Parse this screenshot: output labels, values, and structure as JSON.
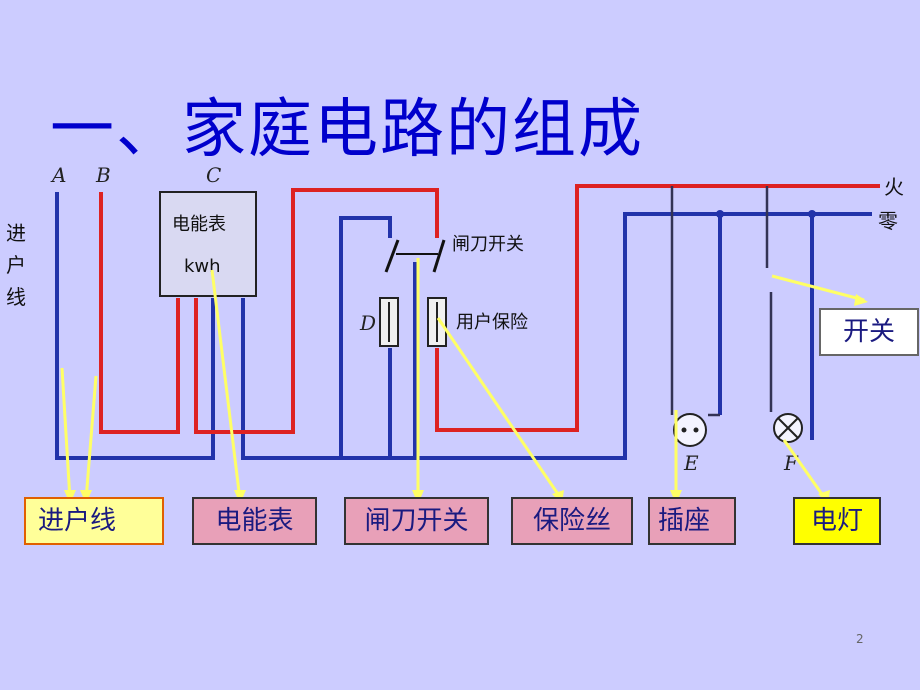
{
  "title": "一、家庭电路的组成",
  "diagram": {
    "line_labels": [
      "A",
      "B",
      "C"
    ],
    "incoming_label": [
      "进",
      "户",
      "线"
    ],
    "meter_text": [
      "电能表",
      "kwh"
    ],
    "knife_switch_label": "闸刀开关",
    "user_fuse_label": "用户保险",
    "fuse_d_label": "D",
    "live_label": "火",
    "neutral_label": "零",
    "socket_label": "E",
    "lamp_label": "F"
  },
  "callouts": {
    "jinhuxian": "进户线",
    "dianbiao": "电能表",
    "zhadao": "闸刀开关",
    "baoxiansi": "保险丝",
    "chazuo": "插座",
    "diandeng": "电灯",
    "kaiguan": "开关"
  },
  "colors": {
    "live_wire": "#dd2222",
    "neutral_wire": "#2233aa",
    "pointer": "#ffff66",
    "title": "#0000cc"
  },
  "page_number": "2"
}
